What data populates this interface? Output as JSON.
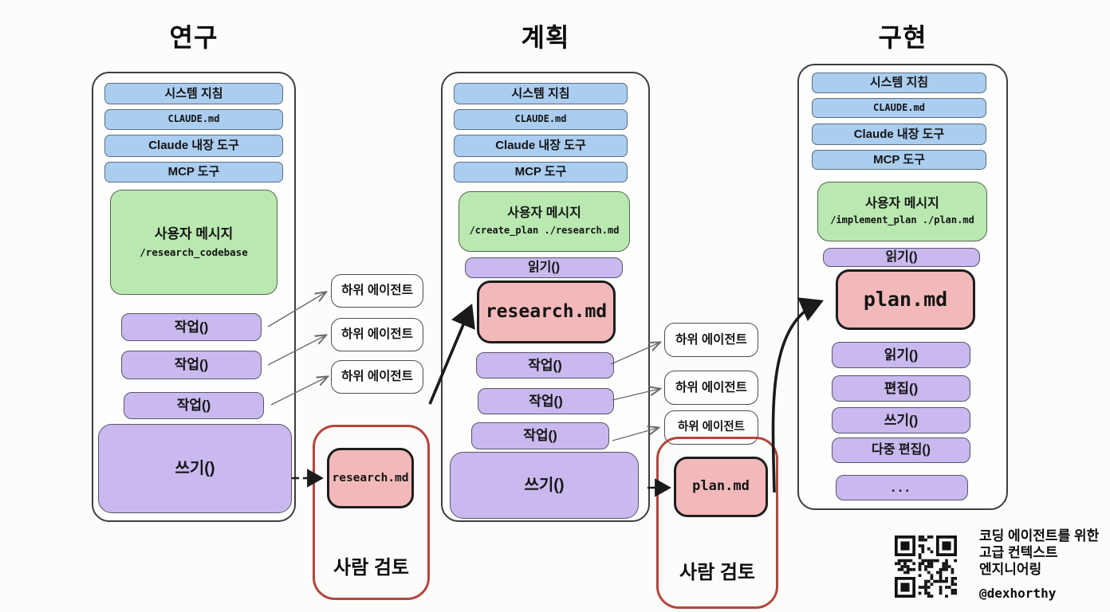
{
  "titles": {
    "col1": "연구",
    "col2": "계획",
    "col3": "구현"
  },
  "context_stack": {
    "system": "시스템 지침",
    "claude_md": "CLAUDE.md",
    "builtin": "Claude 내장 도구",
    "mcp": "MCP 도구"
  },
  "col1": {
    "user_title": "사용자 메시지",
    "user_cmd": "/research_codebase",
    "task": "작업()",
    "write": "쓰기()"
  },
  "col2": {
    "user_title": "사용자 메시지",
    "user_cmd": "/create_plan ./research.md",
    "read": "읽기()",
    "file": "research.md",
    "task": "작업()",
    "write": "쓰기()"
  },
  "col3": {
    "user_title": "사용자 메시지",
    "user_cmd": "/implement_plan ./plan.md",
    "read": "읽기()",
    "file": "plan.md",
    "tool_read": "읽기()",
    "tool_edit": "편집()",
    "tool_write": "쓰기()",
    "tool_multiedit": "다중 편집()",
    "tool_more": "..."
  },
  "subagent_label": "하위 에이전트",
  "review1": {
    "file": "research.md",
    "label": "사람 검토"
  },
  "review2": {
    "file": "plan.md",
    "label": "사람 검토"
  },
  "footer": {
    "caption1": "코딩 에이전트를 위한",
    "caption2": "고급 컨텍스트",
    "caption3": "엔지니어링",
    "handle": "@dexhorthy"
  },
  "colors": {
    "blue": "#aacdf0",
    "green": "#b9e8b0",
    "purple": "#c9b9ee",
    "pink": "#f3b9ba",
    "review_red": "#b4453c",
    "arrow_black": "#1a1a1a",
    "arrow_gray": "#6b6b6b"
  }
}
